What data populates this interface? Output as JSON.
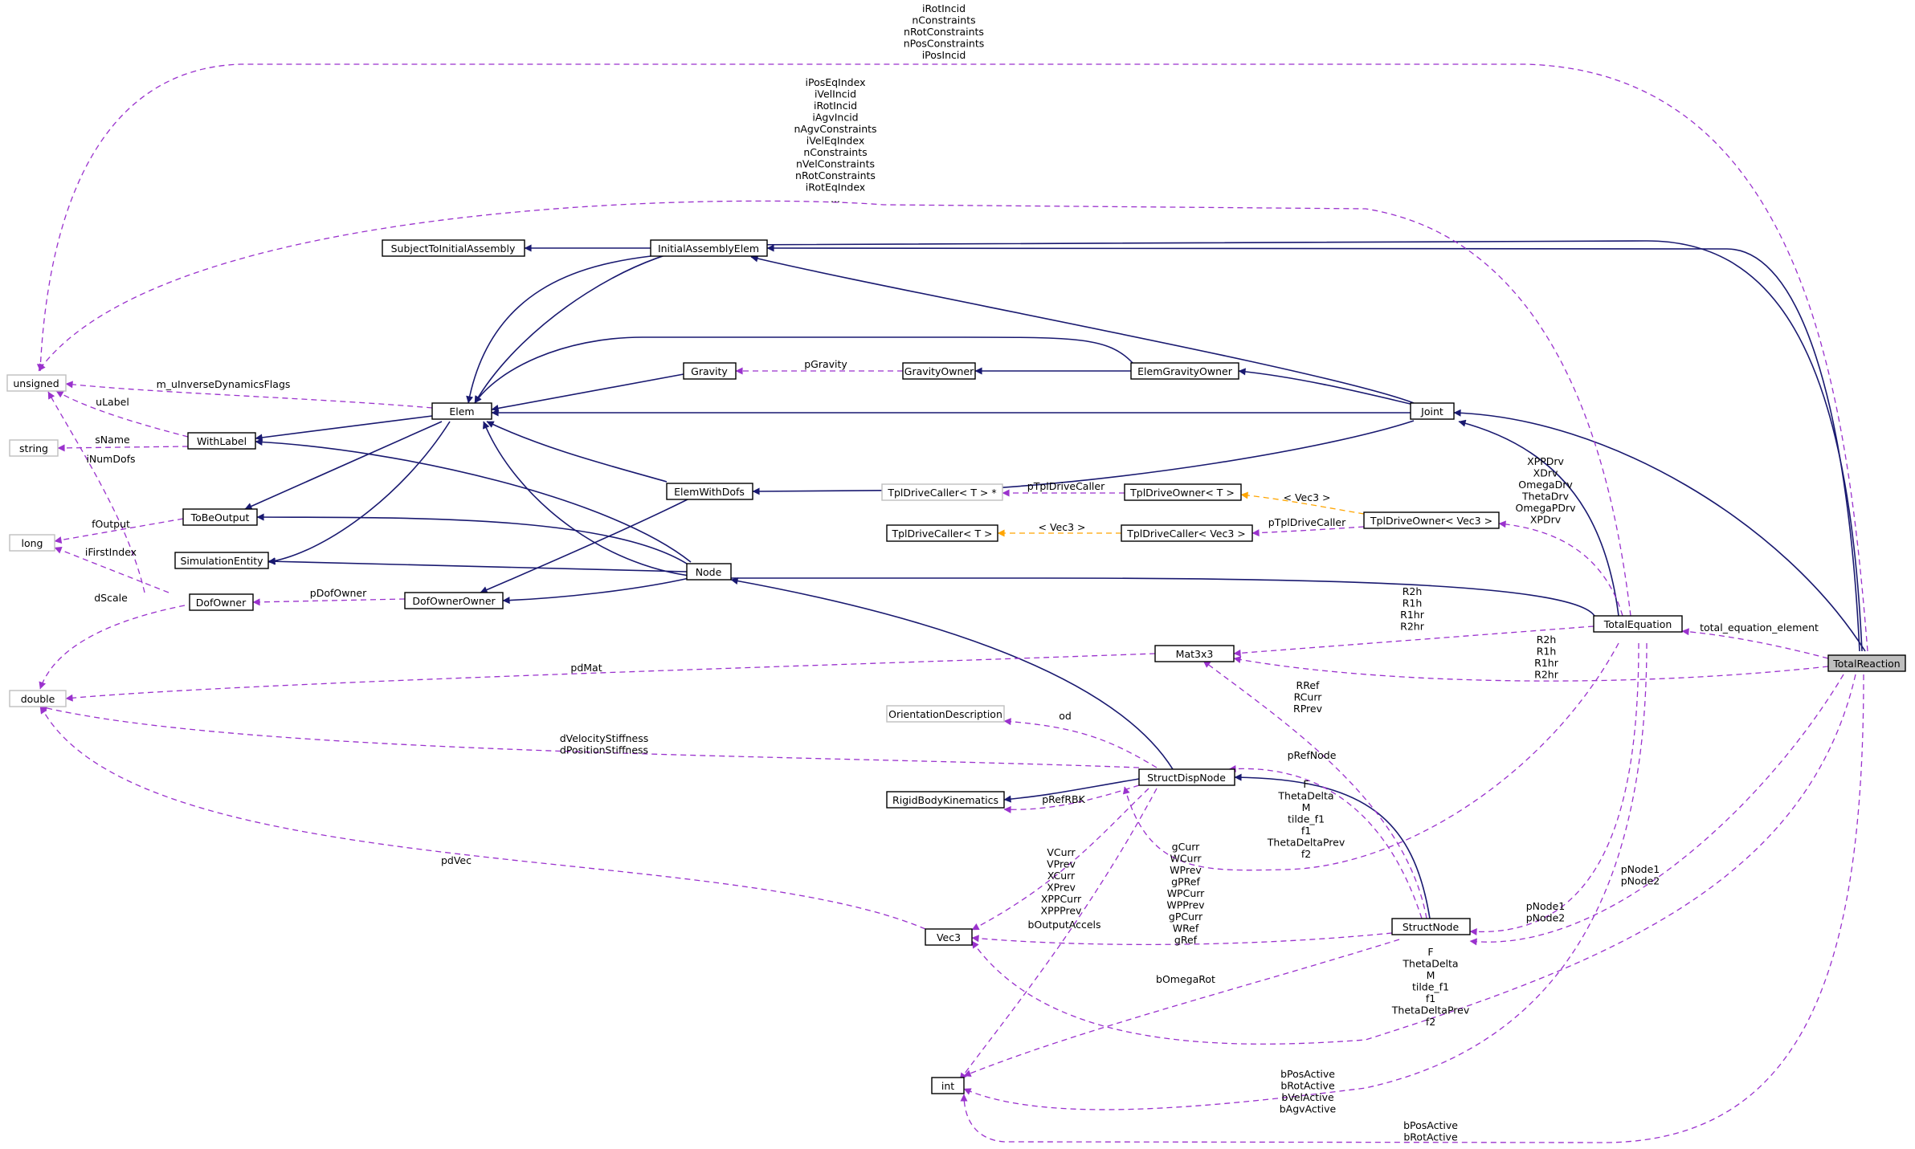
{
  "colors": {
    "inheritance": "#191970",
    "usage": "#9a32cd",
    "template": "#ffa500",
    "focus_fill": "#bfbfbf",
    "external_border": "#bfbfbf"
  },
  "nodes": {
    "TotalReaction": "TotalReaction",
    "TotalEquation": "TotalEquation",
    "Joint": "Joint",
    "Elem": "Elem",
    "InitialAssemblyElem": "InitialAssemblyElem",
    "SubjectToInitialAssembly": "SubjectToInitialAssembly",
    "ElemGravityOwner": "ElemGravityOwner",
    "GravityOwner": "GravityOwner",
    "Gravity": "Gravity",
    "ElemWithDofs": "ElemWithDofs",
    "WithLabel": "WithLabel",
    "ToBeOutput": "ToBeOutput",
    "SimulationEntity": "SimulationEntity",
    "DofOwner": "DofOwner",
    "DofOwnerOwner": "DofOwnerOwner",
    "Node": "Node",
    "unsigned": "unsigned",
    "string": "string",
    "long": "long",
    "double": "double",
    "int": "int",
    "Vec3": "Vec3",
    "Mat3x3": "Mat3x3",
    "StructDispNode": "StructDispNode",
    "StructNode": "StructNode",
    "RigidBodyKinematics": "RigidBodyKinematics",
    "OrientationDescription": "OrientationDescription",
    "TplDriveCallerPtr": "TplDriveCaller< T > *",
    "TplDriveOwnerT": "TplDriveOwner< T >",
    "TplDriveCallerT": "TplDriveCaller< T >",
    "TplDriveCallerVec3": "TplDriveCaller< Vec3 >",
    "TplDriveOwnerVec3": "TplDriveOwner< Vec3 >"
  },
  "labels": {
    "top_unsigned": [
      "iRotIncid",
      "nConstraints",
      "nRotConstraints",
      "nPosConstraints",
      "iPosIncid"
    ],
    "mid_unsigned": [
      "iPosEqIndex",
      "iVelIncid",
      "iRotIncid",
      "iAgvIncid",
      "nAgvConstraints",
      "iVelEqIndex",
      "nConstraints",
      "nVelConstraints",
      "nRotConstraints",
      "iRotEqIndex",
      "..."
    ],
    "inverse_flags": "m_uInverseDynamicsFlags",
    "ulabel": "uLabel",
    "inumdofs": "iNumDofs",
    "sname": "sName",
    "foutput": "fOutput",
    "ifirstindex": "iFirstIndex",
    "dscale": "dScale",
    "pdofowner": "pDofOwner",
    "pgravity": "pGravity",
    "ptpldrivecaller1": "pTplDriveCaller",
    "ptpldrivecaller2": "pTplDriveCaller",
    "vec3_tpl1": "< Vec3 >",
    "vec3_tpl2": "< Vec3 >",
    "xppdrv": [
      "XPPDrv",
      "XDrv",
      "OmegaDrv",
      "ThetaDrv",
      "OmegaPDrv",
      "XPDrv"
    ],
    "r_totaleq": [
      "R2h",
      "R1h",
      "R1hr",
      "R2hr"
    ],
    "total_equation_element": "total_equation_element",
    "r_totalreact": [
      "R2h",
      "R1h",
      "R1hr",
      "R2hr"
    ],
    "pdmat": "pdMat",
    "rref": [
      "RRef",
      "RCurr",
      "RPrev"
    ],
    "od": "od",
    "stiffness": [
      "dVelocityStiffness",
      "dPositionStiffness"
    ],
    "prefnode": "pRefNode",
    "prefrbk": "pRefRBK",
    "f_struct": [
      "F",
      "ThetaDelta",
      "M",
      "tilde_f1",
      "f1",
      "ThetaDeltaPrev",
      "f2"
    ],
    "vcurr": [
      "VCurr",
      "VPrev",
      "XCurr",
      "XPrev",
      "XPPCurr",
      "XPPPrev"
    ],
    "pdvec": "pdVec",
    "boutputaccels": "bOutputAccels",
    "gcurr": [
      "gCurr",
      "WCurr",
      "WPrev",
      "gPRef",
      "WPCurr",
      "WPPrev",
      "gPCurr",
      "WRef",
      "gRef"
    ],
    "pnode_totaleq": [
      "pNode1",
      "pNode2"
    ],
    "pnode_totalreact": [
      "pNode1",
      "pNode2"
    ],
    "bomegarot": "bOmegaRot",
    "f_lower": [
      "F",
      "ThetaDelta",
      "M",
      "tilde_f1",
      "f1",
      "ThetaDeltaPrev",
      "f2"
    ],
    "bposactive4": [
      "bPosActive",
      "bRotActive",
      "bVelActive",
      "bAgvActive"
    ],
    "bposactive2": [
      "bPosActive",
      "bRotActive"
    ]
  }
}
